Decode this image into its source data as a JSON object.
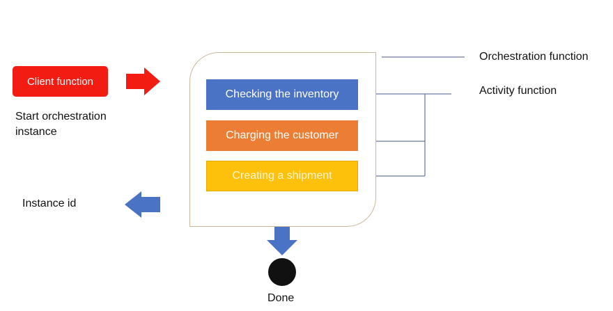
{
  "client": {
    "label": "Client function",
    "color": "#f21c12"
  },
  "start_label": "Start orchestration instance",
  "instance_label": "Instance id",
  "activities": [
    {
      "label": "Checking the inventory",
      "color": "#4a73c5"
    },
    {
      "label": "Charging the customer",
      "color": "#ec7d35"
    },
    {
      "label": "Creating a shipment",
      "color": "#fdc10c"
    }
  ],
  "legend": {
    "orchestration": "Orchestration function",
    "activity": "Activity function"
  },
  "done_label": "Done",
  "colors": {
    "arrow_red": "#f21c12",
    "arrow_blue": "#4a73c5",
    "done_dot": "#111111",
    "connector": "#4a5a8a"
  }
}
